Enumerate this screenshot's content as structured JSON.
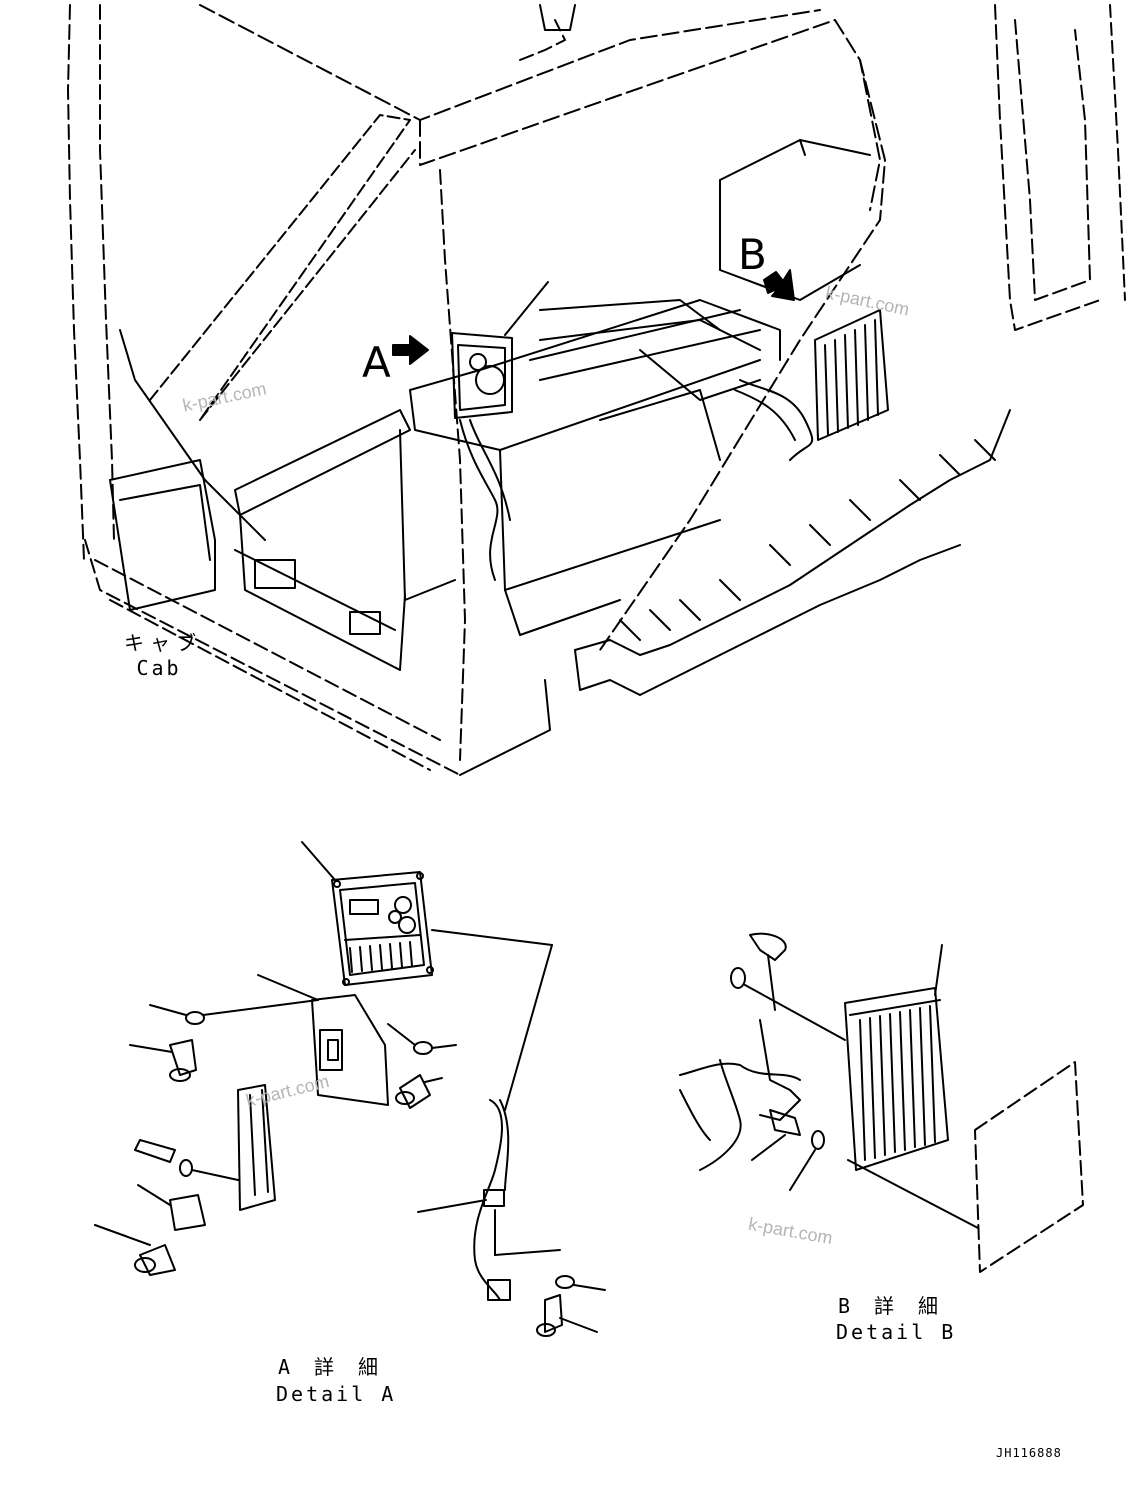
{
  "callouts": {
    "a": "A",
    "b": "B"
  },
  "labels": {
    "cab_jp": "キャブ",
    "cab_en": "Cab",
    "detail_a_jp": "A 詳 細",
    "detail_a_en": "Detail A",
    "detail_b_jp": "B 詳 細",
    "detail_b_en": "Detail B"
  },
  "watermark": "k-part.com",
  "drawing_code": "JH116888"
}
